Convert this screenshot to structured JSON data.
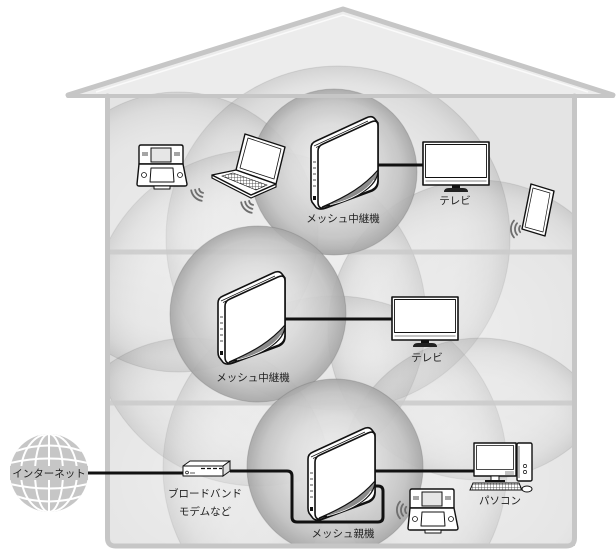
{
  "internet": {
    "label": "インターネット",
    "icon": "globe-icon"
  },
  "house": {
    "upper_floor": {
      "relay": {
        "label": "メッシュ中継機",
        "icon": "mesh-router-icon"
      },
      "tv": {
        "label": "テレビ",
        "icon": "tv-icon"
      },
      "wireless_devices": [
        {
          "icon": "game-console-icon"
        },
        {
          "icon": "laptop-icon"
        },
        {
          "icon": "tablet-icon"
        }
      ]
    },
    "middle_floor": {
      "relay": {
        "label": "メッシュ中継機",
        "icon": "mesh-router-icon"
      },
      "tv": {
        "label": "テレビ",
        "icon": "tv-icon"
      }
    },
    "ground_floor": {
      "parent_router": {
        "label": "メッシュ親機",
        "icon": "mesh-router-icon"
      },
      "modem": {
        "label_lines": [
          "ブロードバンド",
          "モデムなど"
        ],
        "icon": "modem-icon"
      },
      "pc": {
        "label": "パソコン",
        "icon": "desktop-pc-icon"
      },
      "wireless_devices": [
        {
          "icon": "game-console-icon"
        }
      ]
    }
  },
  "colors": {
    "house_outline": "#c6c6c6",
    "house_fill": "#e4e4e4",
    "roof_fill": "#ececec",
    "floor_line": "#cbcbcb",
    "cable": "#111111",
    "globe": "#c6c6c6",
    "wave": "#6e6e6e",
    "label_text": "#222222"
  }
}
